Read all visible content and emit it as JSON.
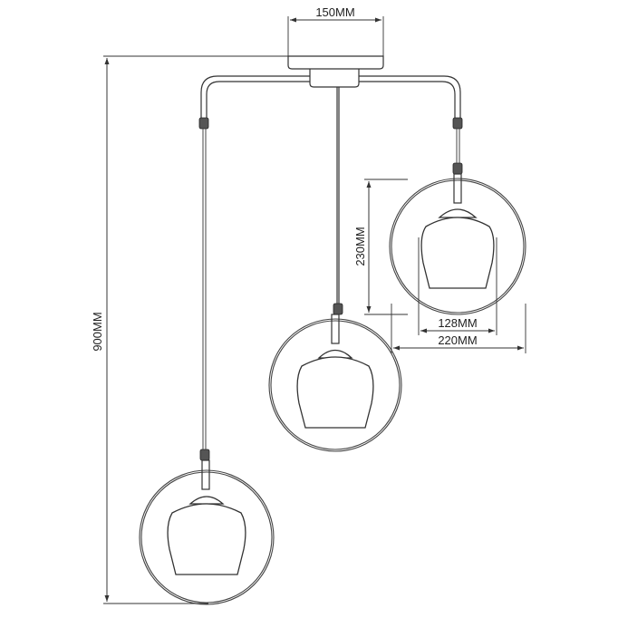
{
  "diagram": {
    "title": "Three-light glass globe pendant dimension drawing",
    "dimensions": {
      "canopy_width": "150MM",
      "overall_height": "900MM",
      "globe_height": "230MM",
      "shade_width": "128MM",
      "globe_width": "220MM"
    },
    "colors": {
      "line": "#333333",
      "background": "#ffffff"
    }
  }
}
